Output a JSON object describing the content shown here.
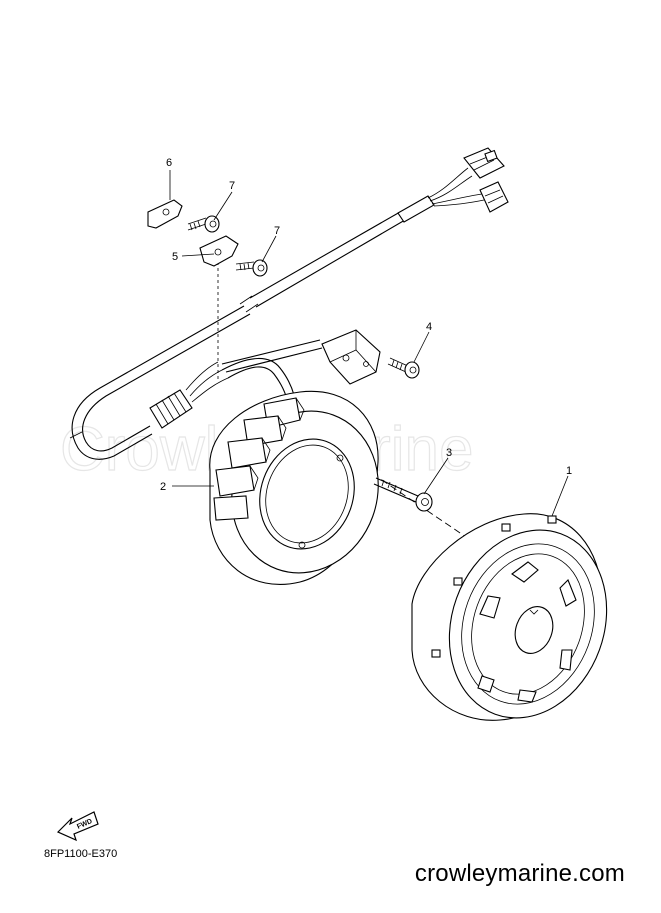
{
  "diagram": {
    "watermark": "CrowleyMarine",
    "callouts": [
      {
        "label": "1",
        "part": "flywheel-rotor"
      },
      {
        "label": "2",
        "part": "stator-assembly"
      },
      {
        "label": "3",
        "part": "stator-bolt"
      },
      {
        "label": "4",
        "part": "pulser-coil-bolt"
      },
      {
        "label": "5",
        "part": "lower-clamp"
      },
      {
        "label": "6",
        "part": "upper-clamp"
      },
      {
        "label": "7",
        "part": "clamp-screw"
      },
      {
        "label": "7",
        "part": "clamp-screw"
      }
    ],
    "fwd_label": "FWD",
    "drawing_code": "8FP1100-E370",
    "website": "crowleymarine.com"
  }
}
